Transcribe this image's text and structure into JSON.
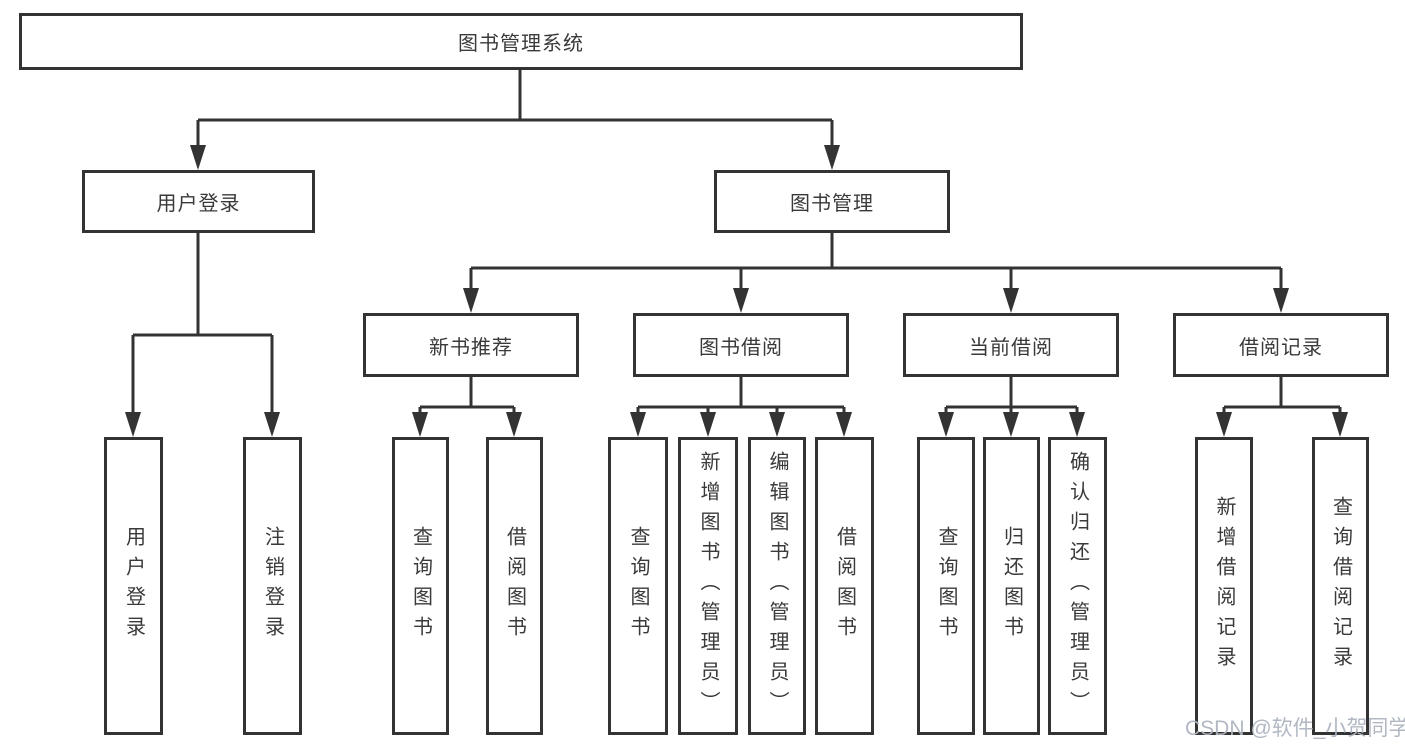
{
  "tree": {
    "root": {
      "label": "图书管理系统"
    },
    "branches": [
      {
        "label": "用户登录",
        "leaves": [
          "用户登录",
          "注销登录"
        ]
      },
      {
        "label": "图书管理",
        "groups": [
          {
            "label": "新书推荐",
            "leaves": [
              "查询图书",
              "借阅图书"
            ]
          },
          {
            "label": "图书借阅",
            "leaves": [
              "查询图书",
              "新增图书（管理员）",
              "编辑图书（管理员）",
              "借阅图书"
            ]
          },
          {
            "label": "当前借阅",
            "leaves": [
              "查询图书",
              "归还图书",
              "确认归还（管理员）"
            ]
          },
          {
            "label": "借阅记录",
            "leaves": [
              "新增借阅记录",
              "查询借阅记录"
            ]
          }
        ]
      }
    ]
  },
  "watermark": {
    "text": "CSDN @软件_小贺同学"
  },
  "colors": {
    "line": "#333333",
    "text": "#3a3a3a",
    "watermark": "#adb4c0",
    "background": "#ffffff"
  }
}
